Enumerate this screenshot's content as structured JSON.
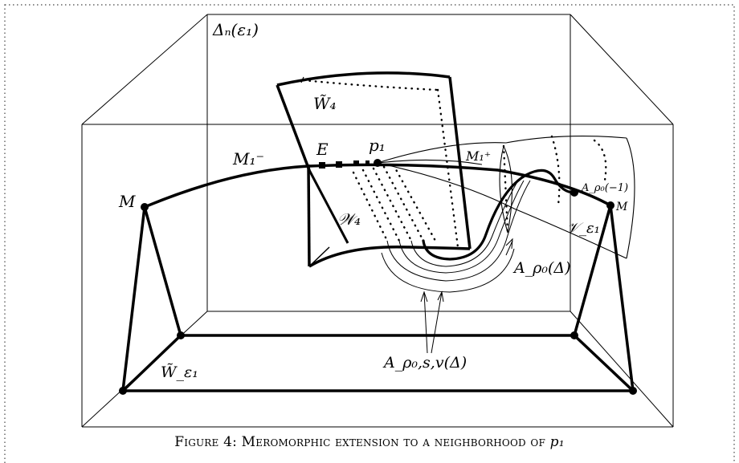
{
  "labels": {
    "delta_n": "Δₙ(ε₁)",
    "W4_tilde": "W̃₄",
    "W4": "𝒲₄",
    "E": "E",
    "p1": "p₁",
    "M1_minus": "M₁⁻",
    "M1_plus": "M₁⁺",
    "M_left": "M",
    "M_right": "M",
    "A_rho0_neg1": "A_ρ₀(−1)",
    "V_eps1": "𝒱_ε₁",
    "A_rho0_delta": "A_ρ₀(Δ)",
    "A_rho0_s_v_delta": "A_ρ₀,s,v(Δ)",
    "W_eps1_tilde": "W̃_ε₁"
  },
  "caption": {
    "prefix": "Figure 4:",
    "text": "Meromorphic extension to a neighborhood of",
    "var": "p₁"
  }
}
